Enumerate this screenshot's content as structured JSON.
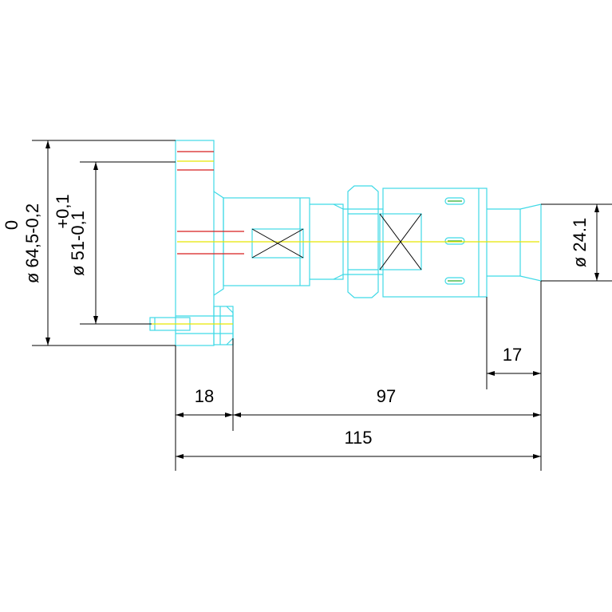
{
  "dimensions": {
    "outer_diameter": {
      "nominal": "ø 64,5-0,2",
      "tolerance_upper": "0"
    },
    "inner_diameter": {
      "nominal": "ø 51-0,1",
      "tolerance_upper": "+0,1"
    },
    "right_diameter": "ø 24.1",
    "length_18": "18",
    "length_97": "97",
    "length_115": "115",
    "length_17": "17"
  },
  "colors": {
    "outline": "#3fd9e6",
    "dimension": "#000000",
    "hidden_red": "#d81e1e",
    "centerline": "#e6e600",
    "thread_green": "#2fae2f"
  }
}
